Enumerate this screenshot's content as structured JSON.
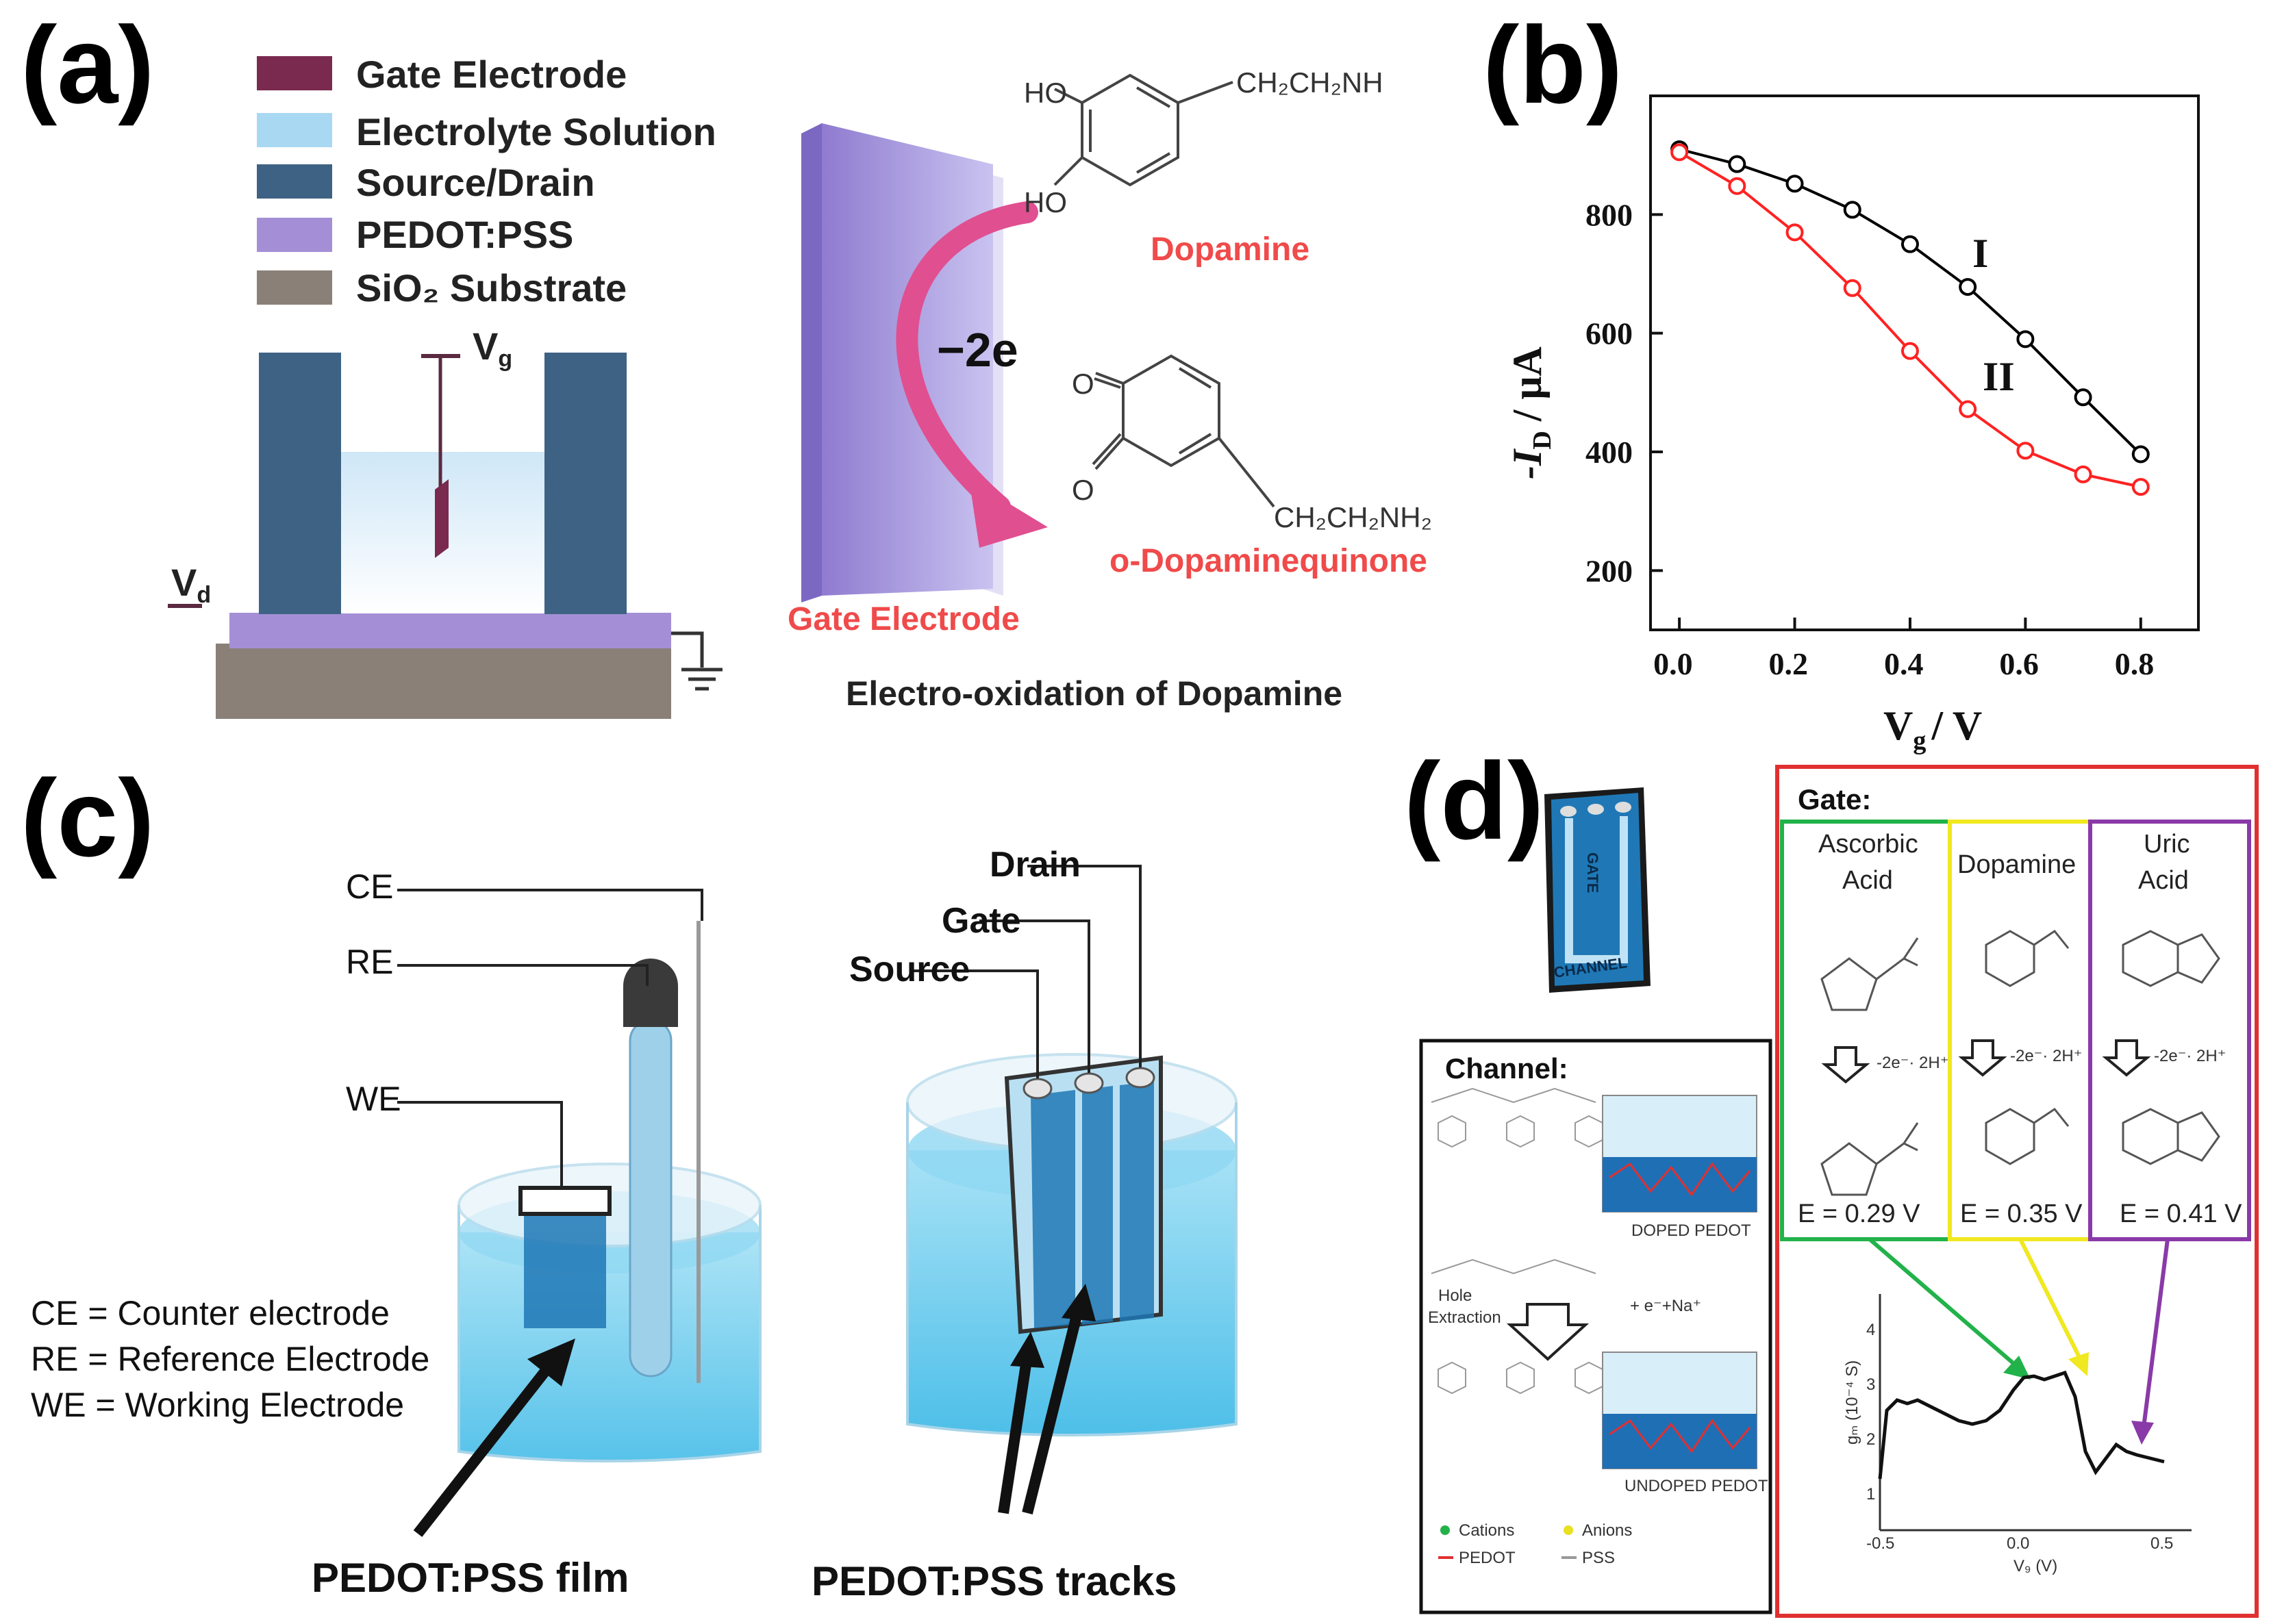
{
  "panels": {
    "a": {
      "label": "(a)",
      "legend": [
        "Gate Electrode",
        "Electrolyte Solution",
        "Source/Drain",
        "PEDOT:PSS",
        "SiO₂ Substrate"
      ],
      "legend_colors": [
        "#7a2a4e",
        "#9fd3ef",
        "#3e6283",
        "#a48fd6",
        "#8b8078"
      ],
      "vg": "V",
      "vg_sub": "g",
      "vd": "V",
      "vd_sub": "d",
      "electrons": "−2e",
      "dopamine_label": "Dopamine",
      "quinone_label": "o-Dopaminequinone",
      "gate_electrode_label": "Gate Electrode",
      "caption": "Electro-oxidation of Dopamine",
      "chem_ho1": "HO",
      "chem_ho2": "HO",
      "chem_side1": "CH₂CH₂NH",
      "chem_side2": "CH₂CH₂NH₂",
      "chem_o1": "O",
      "chem_o2": "O"
    },
    "b": {
      "label": "(b)",
      "curve_I": "I",
      "curve_II": "II"
    },
    "c": {
      "label": "(c)",
      "ce": "CE",
      "re": "RE",
      "we": "WE",
      "drain": "Drain",
      "gate": "Gate",
      "source": "Source",
      "legend_ce": "CE  = Counter electrode",
      "legend_re": "RE  = Reference Electrode",
      "legend_we": "WE = Working Electrode",
      "film_caption": "PEDOT:PSS film",
      "tracks_caption": "PEDOT:PSS tracks"
    },
    "d": {
      "label": "(d)",
      "device_gate": "GATE",
      "device_channel": "CHANNEL",
      "gate_title": "Gate:",
      "ascorbic_1": "Ascorbic",
      "ascorbic_2": "Acid",
      "dopamine": "Dopamine",
      "uric_1": "Uric",
      "uric_2": "Acid",
      "e_ascorbic": "E = 0.29 V",
      "e_dopamine": "E = 0.35 V",
      "e_uric": "E = 0.41 V",
      "reaction_ascorbic": "-2e⁻· 2H⁺",
      "reaction_dopamine": "-2e⁻· 2H⁺",
      "reaction_uric": "-2e⁻· 2H⁺",
      "channel_title": "Channel:",
      "doped": "DOPED PEDOT",
      "undoped": "UNDOPED PEDOT",
      "hole_1": "Hole",
      "hole_2": "Extraction",
      "ion_reaction": "+ e⁻+Na⁺",
      "cations": "Cations",
      "anions": "Anions",
      "pedot": "PEDOT",
      "pss": "PSS",
      "gm_ylabel": "gₘ (10⁻⁴ S)",
      "gm_xlabel": "V₉ (V)",
      "gm_xticks": [
        "-0.5",
        "0.0",
        "0.5"
      ],
      "gm_yticks": [
        "1",
        "2",
        "3",
        "4"
      ]
    }
  },
  "chart_data": {
    "type": "line",
    "xlabel": "V",
    "xlabel_sub": "g",
    "xlabel_unit": "/ V",
    "ylabel": "-I",
    "ylabel_sub": "D",
    "ylabel_unit": "/  μA",
    "xlim": [
      -0.05,
      0.9
    ],
    "ylim": [
      100,
      1000
    ],
    "xticks": [
      "0.0",
      "0.2",
      "0.4",
      "0.6",
      "0.8"
    ],
    "yticks": [
      "200",
      "400",
      "600",
      "800"
    ],
    "x": [
      0.0,
      0.1,
      0.2,
      0.3,
      0.4,
      0.5,
      0.6,
      0.7,
      0.8
    ],
    "series": [
      {
        "name": "I",
        "color": "#000000",
        "values": [
          910,
          885,
          852,
          808,
          750,
          678,
          590,
          492,
          396
        ]
      },
      {
        "name": "II",
        "color": "#ff2222",
        "values": [
          905,
          848,
          770,
          676,
          570,
          472,
          402,
          362,
          341
        ]
      }
    ]
  }
}
